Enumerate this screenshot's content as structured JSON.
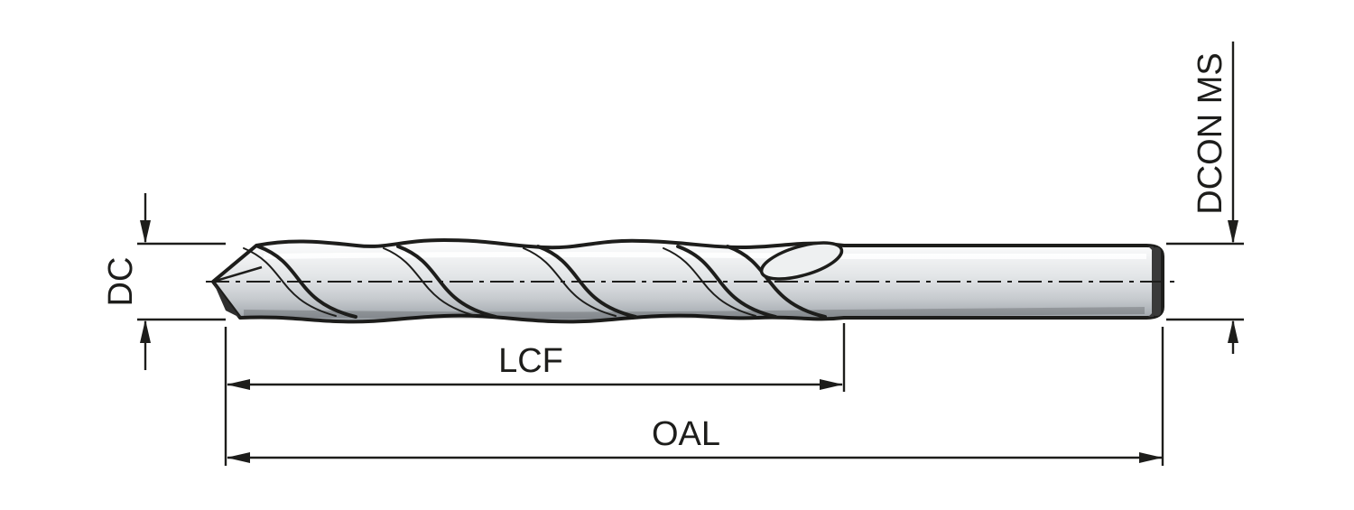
{
  "diagram": {
    "type": "technical-drawing",
    "subject": "twist-drill-dimension-diagram",
    "labels": {
      "dc": "DC",
      "lcf": "LCF",
      "oal": "OAL",
      "dcon_ms": "DCON MS"
    },
    "colors": {
      "background": "#ffffff",
      "line": "#1d1d1b",
      "metal_light": "#f4f5f6",
      "metal_mid": "#dcdfe2",
      "metal_dark": "#9aa0a6"
    }
  }
}
